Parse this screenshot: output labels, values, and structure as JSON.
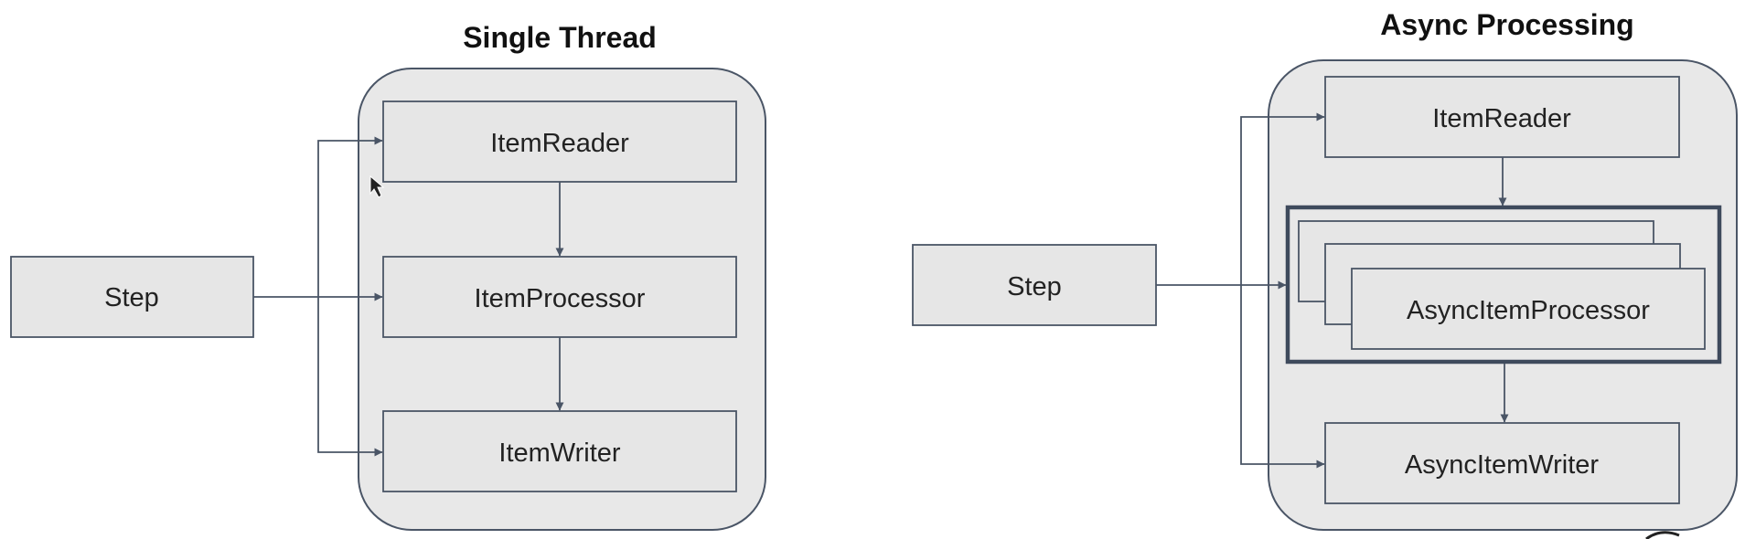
{
  "diagrams": {
    "single_thread": {
      "title": "Single Thread",
      "step": "Step",
      "reader": "ItemReader",
      "processor": "ItemProcessor",
      "writer": "ItemWriter"
    },
    "async_processing": {
      "title": "Async Processing",
      "step": "Step",
      "reader": "ItemReader",
      "processor": "AsyncItemProcessor",
      "writer": "AsyncItemWriter"
    }
  },
  "colors": {
    "stroke": "#4a5566",
    "box_fill": "#e6e6e6",
    "container_fill": "#e8e8e8",
    "text": "#222222"
  }
}
